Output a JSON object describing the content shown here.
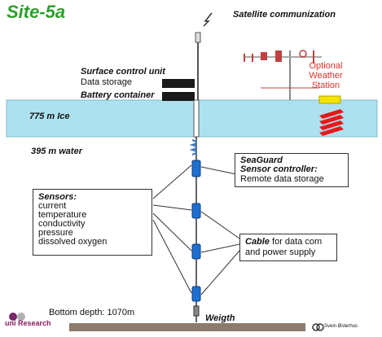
{
  "title": "Site-5a",
  "satellite": "Satellite communization",
  "surface_unit": {
    "title": "Surface control unit",
    "subtitle": "Data storage"
  },
  "battery": "Battery container",
  "weather": {
    "line1": "Optional",
    "line2": "Weather",
    "line3": "Station"
  },
  "ice": "775 m Ice",
  "water": "395 m water",
  "seaguard": {
    "line1": "SeaGuard",
    "line2": "Sensor controller:",
    "line3": "Remote data storage"
  },
  "sensors": {
    "title": "Sensors:",
    "items": [
      "current",
      "temperature",
      "conductivity",
      "pressure",
      "dissolved oxygen"
    ]
  },
  "cable": {
    "bold": "Cable",
    "rest": " for data com",
    "line2": "and power supply"
  },
  "bottom_depth": "Bottom depth: 1070m",
  "weight": "Weigth",
  "logo": "uni Research",
  "credit": "Svein Østerhus",
  "colors": {
    "ice": "#aee1f0",
    "title": "#2ca02c",
    "red": "#e0302a",
    "instrument": "#1f6fd1",
    "ground": "#8c7b6c"
  }
}
